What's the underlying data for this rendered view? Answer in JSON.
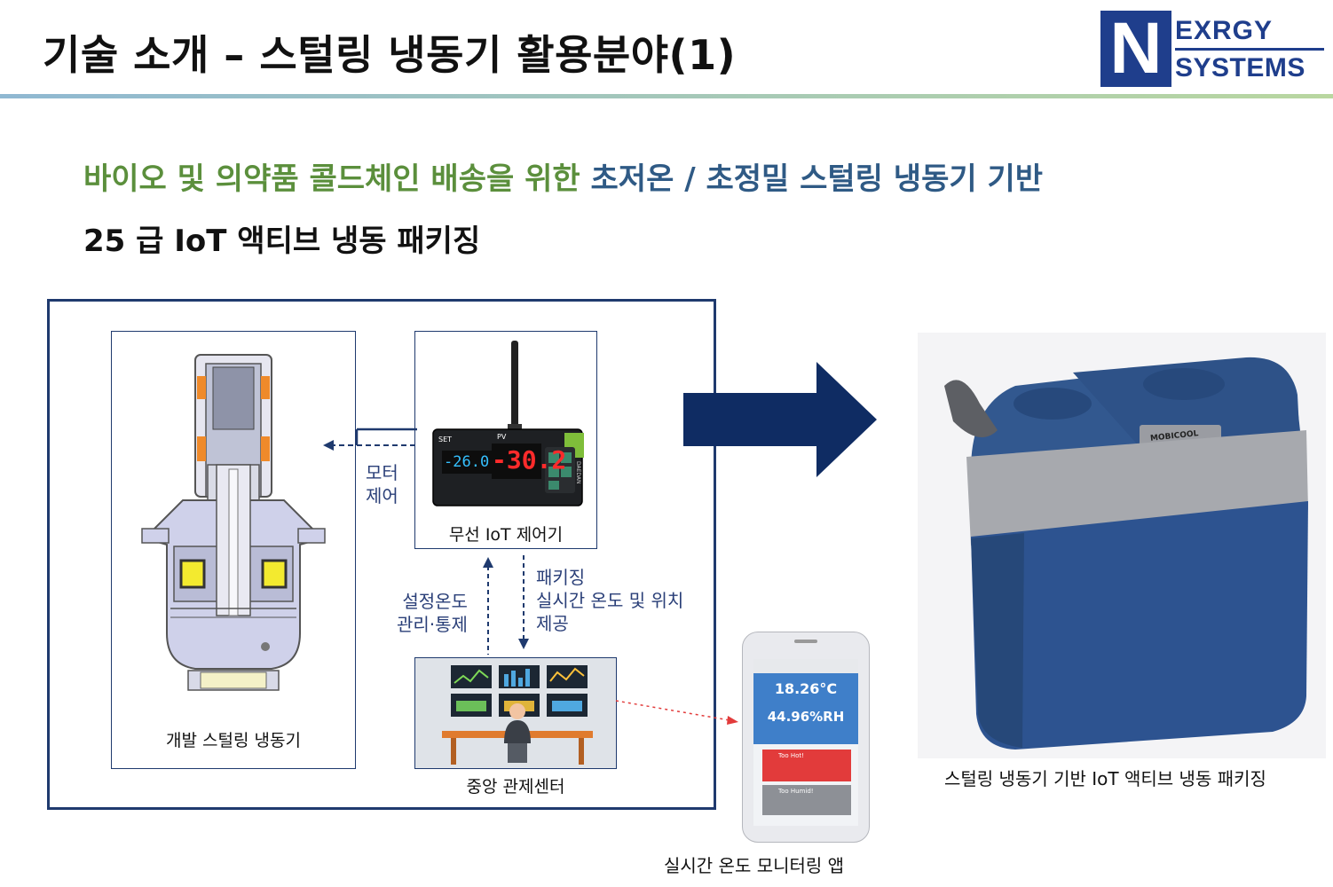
{
  "header": {
    "title": "기술 소개 – 스털링 냉동기 활용분야(1)",
    "logo": {
      "letter": "N",
      "line1": "EXRGY",
      "line2": "SYSTEMS"
    }
  },
  "subtitle": {
    "part1": "바이오 및 의약품 콜드체인 배송을 위한",
    "part2": "초저온 / 초정밀 스털링 냉동기 기반",
    "line2": "25 급 IoT 액티브 냉동 패키징"
  },
  "diagram": {
    "cooler_caption": "개발 스털링 냉동기",
    "controller_caption": "무선 IoT 제어기",
    "motor_note": [
      "모터",
      "제어"
    ],
    "setpoint_note": [
      "설정온도",
      "관리·통제"
    ],
    "packaging_note": [
      "패키징",
      "실시간 온도 및 위치",
      "제공"
    ],
    "control_center_caption": "중앙 관제센터",
    "controller_display": {
      "left": "-26.0",
      "right": "-30.2",
      "set_label": "SET",
      "pv_label": "PV",
      "brand": "DAEDAN"
    }
  },
  "phone": {
    "temperature": "18.26°C",
    "humidity": "44.96%RH",
    "alert1_title": "Too Hot!",
    "alert2_title": "Too Humid!",
    "caption": "실시간 온도 모니터링 앱"
  },
  "product": {
    "brand": "MOBICOOL",
    "caption": "스털링 냉동기 기반 IoT 액티브 냉동 패키징"
  },
  "colors": {
    "navy": "#1f3a6e",
    "green": "#5b8f3c",
    "blue_text": "#2f5a85",
    "arrow": "#0f2c63"
  }
}
